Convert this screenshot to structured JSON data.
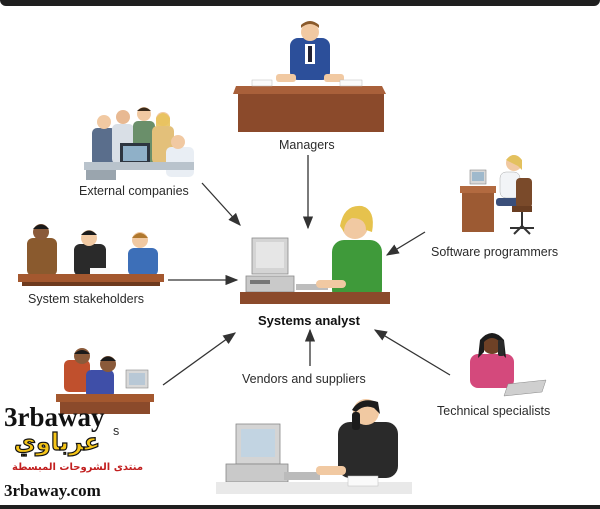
{
  "labels": {
    "managers": "Managers",
    "external_companies": "External companies",
    "software_programmers": "Software programmers",
    "system_stakeholders": "System stakeholders",
    "systems_analyst": "Systems analyst",
    "vendors_and_suppliers": "Vendors and suppliers",
    "technical_specialists": "Technical specialists",
    "partial_users": "s"
  },
  "watermark": {
    "logo_latin": "3rbaway",
    "logo_arabic": "عرباوي",
    "tagline": "منتدى الشروحات المبسطة",
    "url": "3rbaway.com"
  },
  "colors": {
    "frame": "#1f1f1f",
    "arrow": "#333333",
    "desk": "#8b4a2b",
    "analyst_shirt": "#3f9a3a",
    "watermark_yellow": "#f5c518",
    "watermark_red": "#c21f1f"
  }
}
